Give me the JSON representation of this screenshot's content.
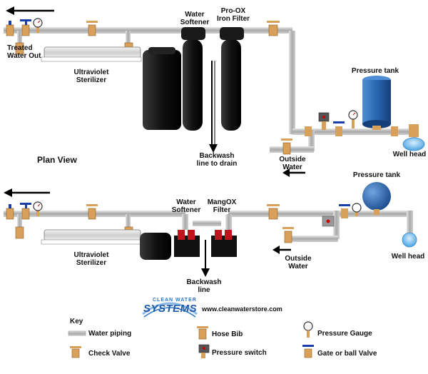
{
  "top": {
    "treated_line1": "Treated",
    "treated_line2": "Water Out",
    "uv_line1": "Ultraviolet",
    "uv_line2": "Sterilizer",
    "softener_line1": "Water",
    "softener_line2": "Softener",
    "filter_line1": "Pro-OX",
    "filter_line2": "Iron Filter",
    "backwash_line1": "Backwash",
    "backwash_line2": "line to drain",
    "pressure_tank": "Pressure tank",
    "outside_line1": "Outside",
    "outside_line2": "Water",
    "well_head": "Well head"
  },
  "plan_view": "Plan View",
  "bottom": {
    "uv_line1": "Ultraviolet",
    "uv_line2": "Sterilizer",
    "softener_line1": "Water",
    "softener_line2": "Softener",
    "filter_line1": "MangOX",
    "filter_line2": "Filter",
    "backwash_line1": "Backwash",
    "backwash_line2": "line",
    "pressure_tank": "Pressure tank",
    "outside_line1": "Outside",
    "outside_line2": "Water",
    "well_head": "Well head"
  },
  "brand": {
    "line1": "CLEAN WATER",
    "line2": "SYSTEMS",
    "url": "www.cleanwaterstore.com"
  },
  "key": {
    "title": "Key",
    "water_piping": "Water piping",
    "check_valve": "Check Valve",
    "hose_bib": "Hose Bib",
    "pressure_switch": "Pressure switch",
    "pressure_gauge": "Pressure Gauge",
    "gate_valve": "Gate or ball Valve"
  },
  "colors": {
    "pipe": "#b8b8b8",
    "fitting": "#d9a05a",
    "valve_handle": "#1a3fa8",
    "tank_blue": "#2a66b0",
    "softener_black": "#111111",
    "red_valve": "#c0141c",
    "water_blue": "#6fb7ea"
  }
}
